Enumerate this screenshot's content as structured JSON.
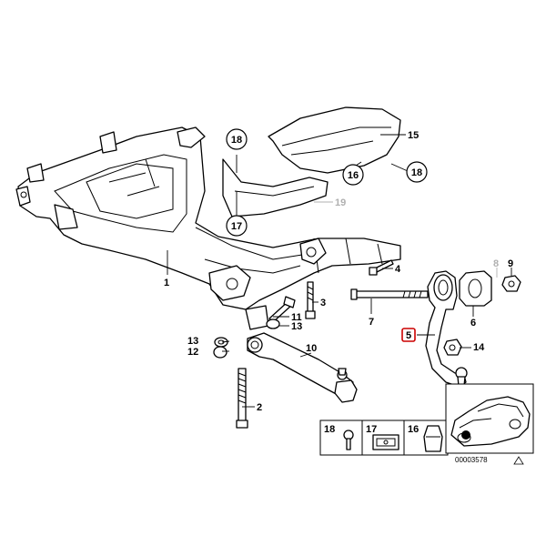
{
  "callouts": [
    {
      "id": "1",
      "text": "1"
    },
    {
      "id": "2",
      "text": "2"
    },
    {
      "id": "3",
      "text": "3"
    },
    {
      "id": "4",
      "text": "4"
    },
    {
      "id": "5",
      "text": "5"
    },
    {
      "id": "6",
      "text": "6"
    },
    {
      "id": "7",
      "text": "7"
    },
    {
      "id": "8",
      "text": "8"
    },
    {
      "id": "9",
      "text": "9"
    },
    {
      "id": "10",
      "text": "10"
    },
    {
      "id": "11",
      "text": "11"
    },
    {
      "id": "12",
      "text": "12"
    },
    {
      "id": "13a",
      "text": "13"
    },
    {
      "id": "13b",
      "text": "13"
    },
    {
      "id": "14",
      "text": "14"
    },
    {
      "id": "15",
      "text": "15"
    },
    {
      "id": "16",
      "text": "16"
    },
    {
      "id": "17",
      "text": "17"
    },
    {
      "id": "18a",
      "text": "18"
    },
    {
      "id": "18b",
      "text": "18"
    },
    {
      "id": "19",
      "text": "19"
    }
  ],
  "legend_boxes": [
    {
      "id": "18",
      "text": "18"
    },
    {
      "id": "17",
      "text": "17"
    },
    {
      "id": "16",
      "text": "16"
    }
  ],
  "diagram_number": "00003578",
  "highlight_color": "#cc0000"
}
